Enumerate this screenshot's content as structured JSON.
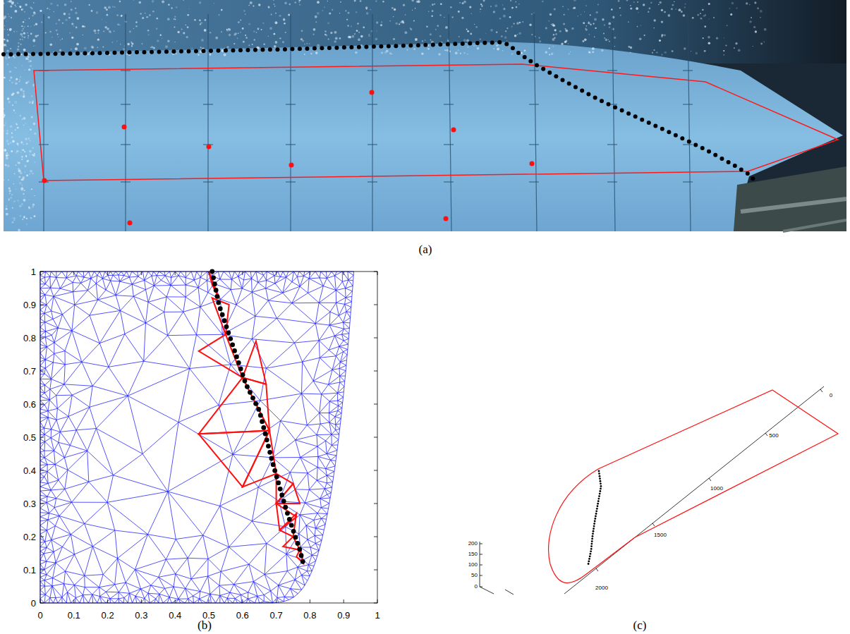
{
  "diagram": {
    "labels": [
      "(a)",
      "1",
      "0.9",
      "0.8",
      "0.7",
      "0.6",
      "0.5",
      "0.4",
      "0.3",
      "0.2",
      "0.1",
      "0",
      "0",
      "0.1",
      "0.2",
      "0.3",
      "0.4",
      "0.5",
      "0.6",
      "0.7",
      "0.8",
      "0.9",
      "1",
      "(b)",
      "0",
      "500",
      "1000",
      "1500",
      "2000",
      "200",
      "150",
      "100",
      "50",
      "0",
      "(c)"
    ]
  }
}
